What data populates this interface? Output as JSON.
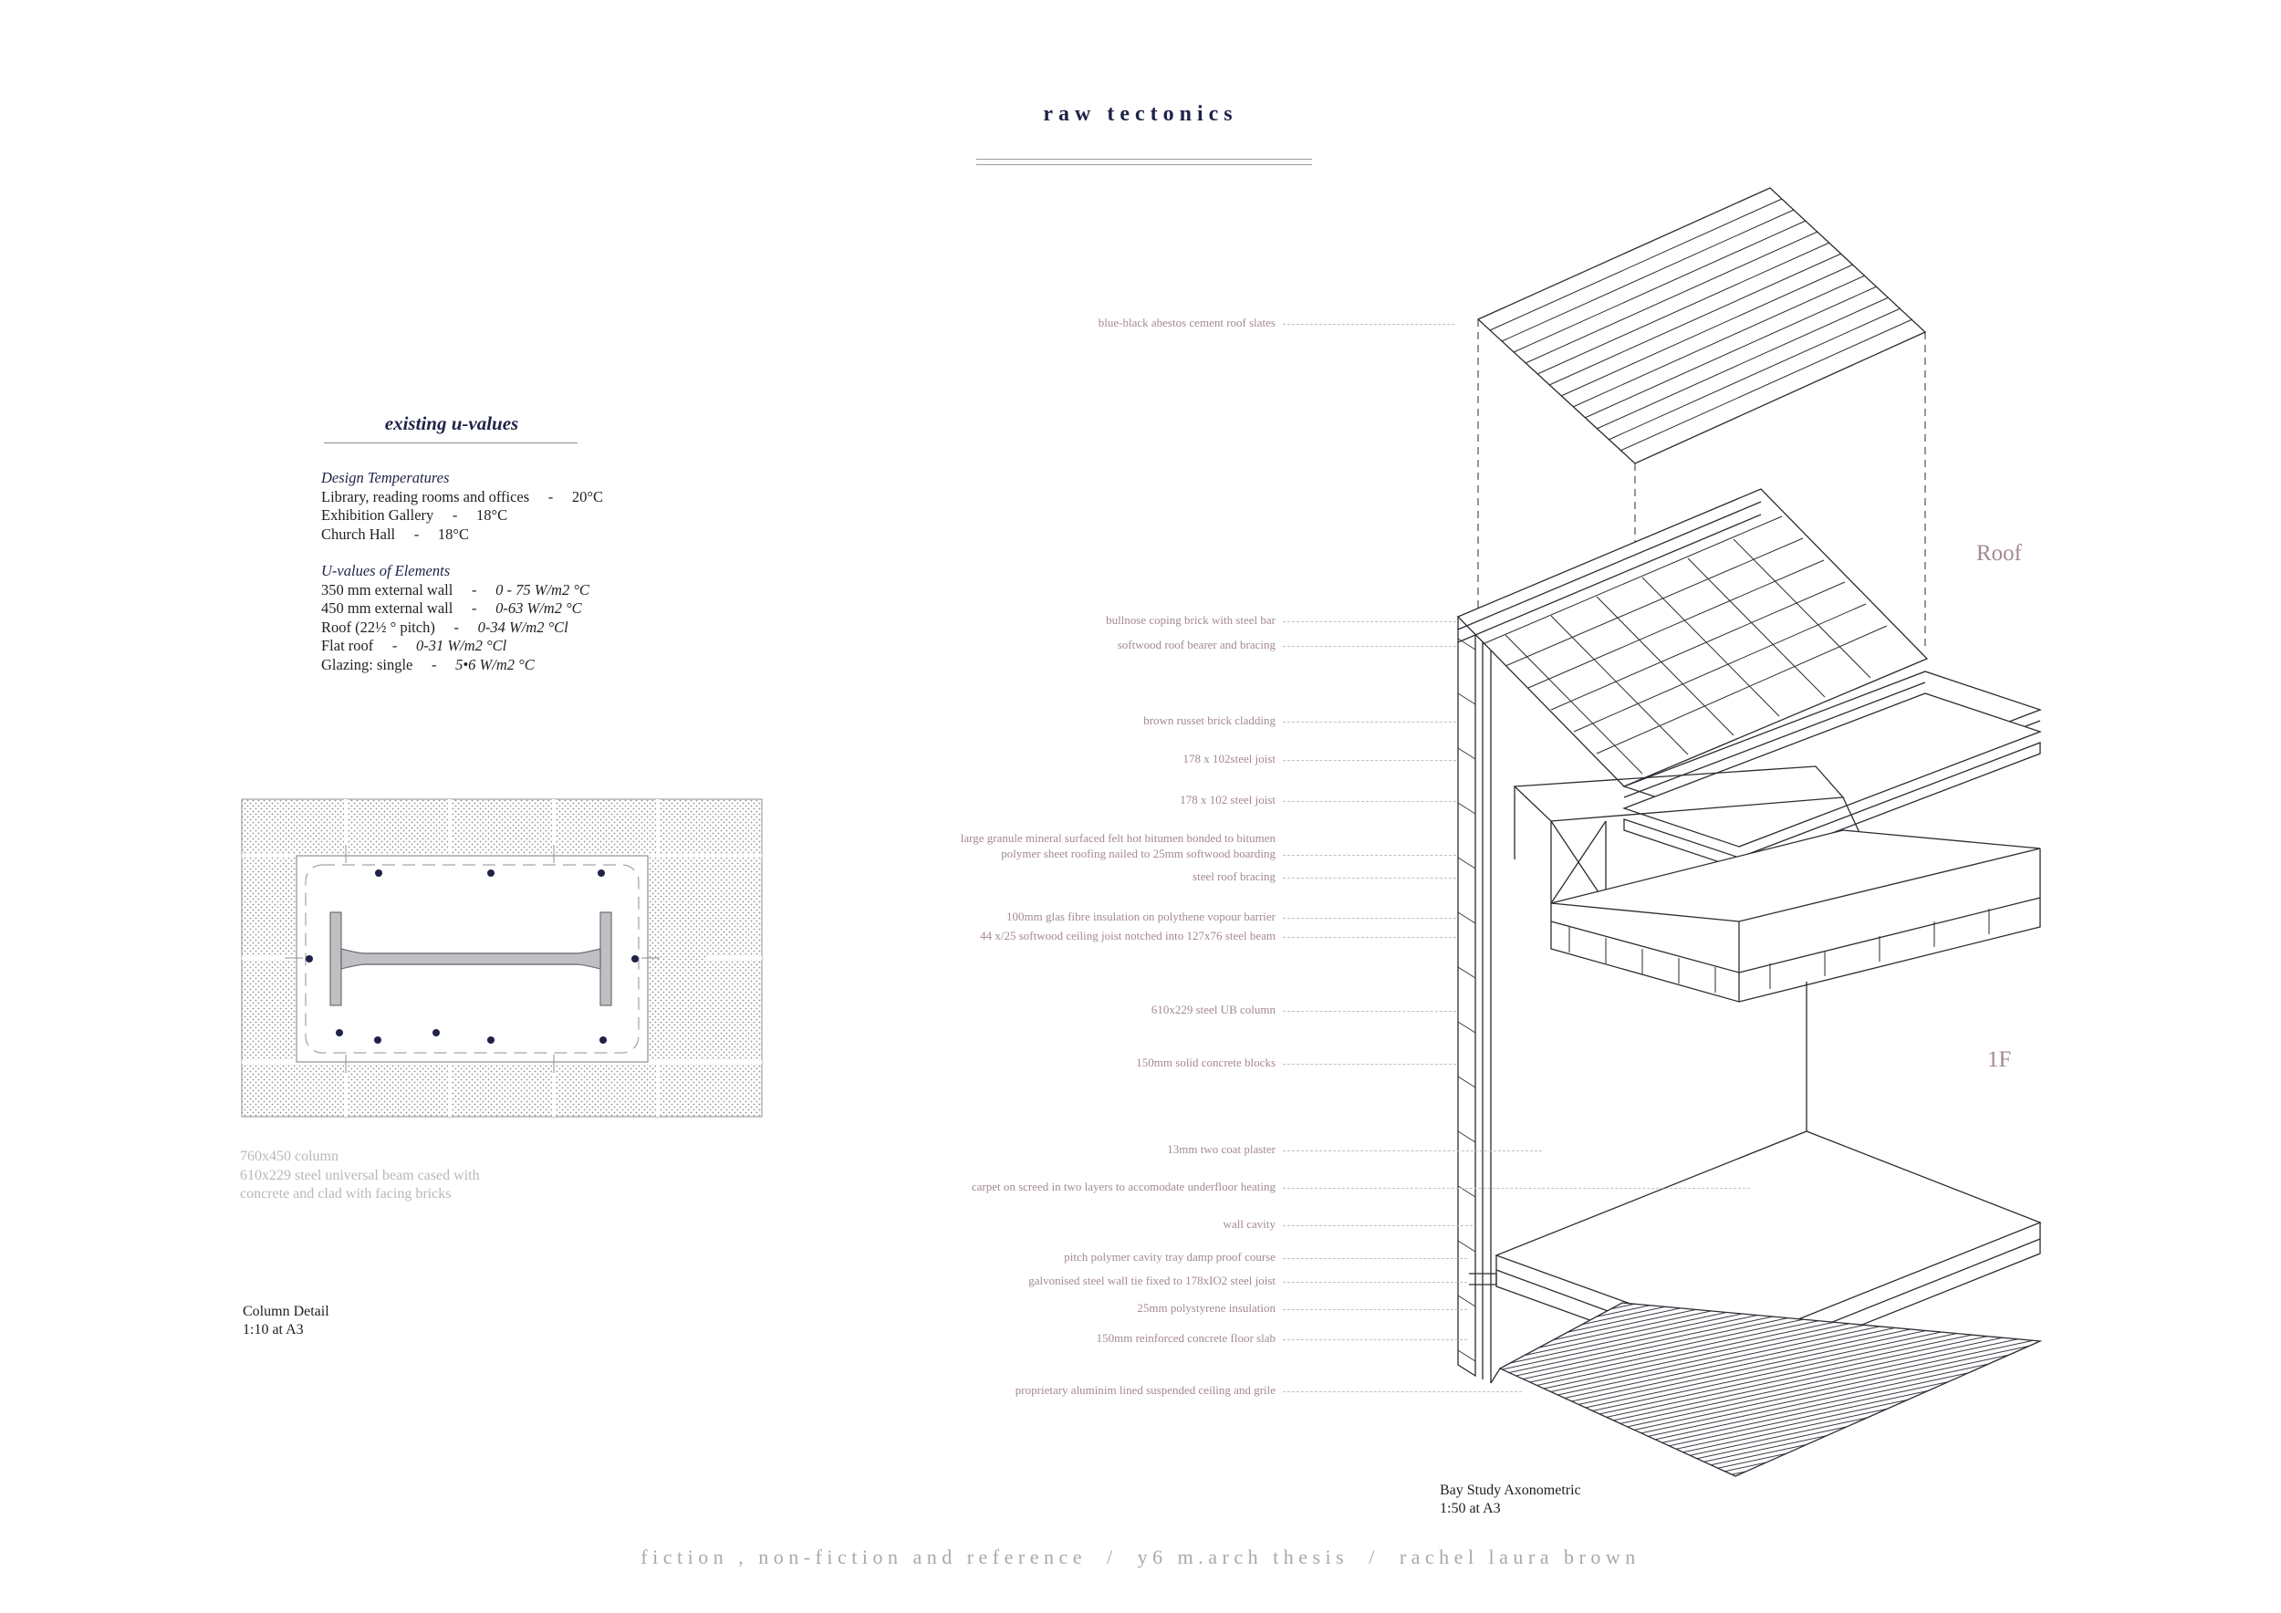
{
  "header": {
    "title": "raw tectonics"
  },
  "u_values": {
    "heading": "existing u-values",
    "design_temperatures_label": "Design Temperatures",
    "design_temperatures": [
      "Library, reading rooms and offices     -     20°C",
      "Exhibition Gallery     -     18°C",
      "Church Hall     -     18°C"
    ],
    "elements_label": "U-values of Elements",
    "elements": [
      {
        "name": "350 mm external wall     -     ",
        "value": "0 - 75 W/m2 °C"
      },
      {
        "name": "450 mm external wall     -     ",
        "value": "0-63 W/m2 °C"
      },
      {
        "name": "Roof (22½ ° pitch)     -     ",
        "value": "0-34 W/m2 °Cl"
      },
      {
        "name": "Flat roof     -     ",
        "value": "0-31 W/m2 °Cl"
      },
      {
        "name": "Glazing: single     -     ",
        "value": "5•6 W/m2 °C"
      }
    ]
  },
  "column_detail": {
    "caption": [
      "760x450 column",
      "610x229 steel universal beam cased with",
      "concrete and clad with facing bricks"
    ],
    "title": "Column Detail",
    "scale": "1:10 at A3"
  },
  "bay_study": {
    "title": "Bay Study Axonometric",
    "scale": "1:50 at A3",
    "levels": {
      "roof": "Roof",
      "first_floor": "1F"
    },
    "labels": [
      "blue-black abestos cement roof slates",
      "bullnose coping brick with steel bar",
      "softwood roof bearer and bracing",
      "brown russet brick cladding",
      "178 x 102steel joist",
      "178 x 102 steel joist",
      "large granule mineral surfaced felt hot bitumen bonded to bitumen",
      "polymer sheet roofing nailed to 25mm softwood boarding",
      "steel roof bracing",
      "100mm glas fibre insulation on polythene vopour barrier",
      "44 x/25 softwood ceiling joist notched into 127x76 steel beam",
      "610x229 steel UB column",
      "150mm solid concrete blocks",
      "13mm two coat plaster",
      "carpet on screed in two layers to accomodate underfloor heating",
      "wall cavity",
      "pitch polymer cavity tray damp proof course",
      "galvonised steel wall tie fixed to 178xIO2 steel joist",
      "25mm polystyrene insulation",
      "150mm reinforced concrete floor slab",
      "proprietary aluminim lined suspended ceiling and grile"
    ]
  },
  "footer": {
    "credit": "fiction , non-fiction and reference  /  y6 m.arch thesis  /  rachel laura brown"
  },
  "colors": {
    "navy": "#1f2347",
    "label_mauve": "#a38a8f",
    "caption_grey": "#b8b8b8",
    "line": "#2b2b33"
  }
}
